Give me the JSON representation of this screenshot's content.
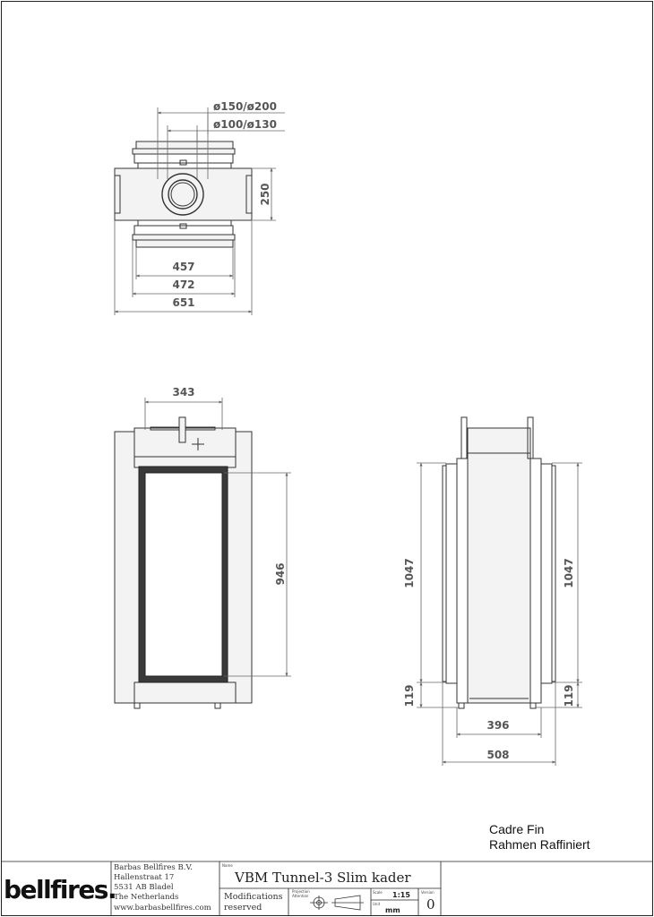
{
  "top_view": {
    "dim_flue_outer": "ø150/ø200",
    "dim_flue_inner": "ø100/ø130",
    "dim_depth": "250",
    "dim_457": "457",
    "dim_472": "472",
    "dim_651": "651"
  },
  "front_view": {
    "dim_width": "343",
    "dim_height": "946"
  },
  "side_view": {
    "dim_height_left": "1047",
    "dim_base_left": "119",
    "dim_height_right": "1047",
    "dim_base_right": "119",
    "dim_396": "396",
    "dim_508": "508"
  },
  "caption": {
    "line1": "Cadre Fin",
    "line2": "Rahmen Raffiniert"
  },
  "title_block": {
    "logo": "bellfires.",
    "address": [
      "Barbas Bellfires B.V.",
      "Hallenstraat 17",
      "5531 AB Bladel",
      "The Netherlands",
      "www.barbasbellfires.com"
    ],
    "name_label": "Name",
    "name": "VBM Tunnel-3 Slim kader",
    "modifications": [
      "Modifications",
      "reserved"
    ],
    "projection_label": [
      "Projection",
      "Attention"
    ],
    "scale_label": "Scale",
    "scale": "1:15",
    "unit_label": "Unit",
    "unit": "mm",
    "version_label": "Version",
    "version": "0"
  }
}
